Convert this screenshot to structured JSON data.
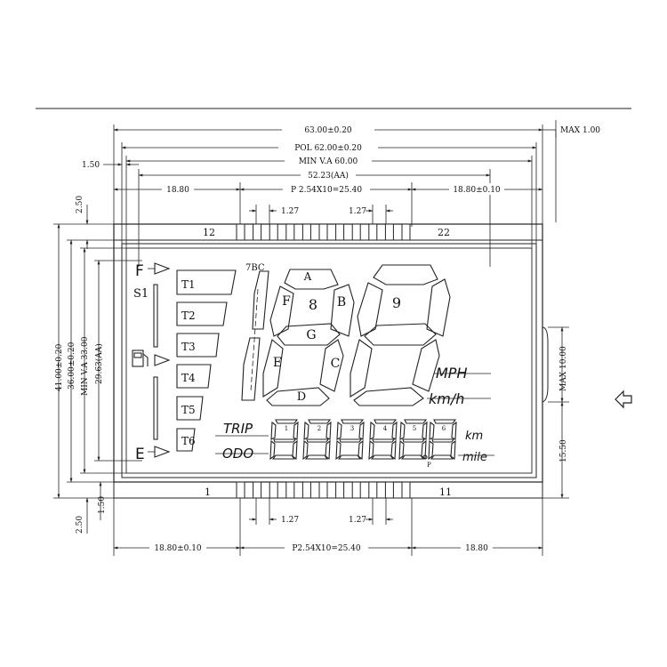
{
  "dimensions": {
    "overall_width": "63.00±0.20",
    "max_thickness": "MAX 1.00",
    "polarizer_width": "POL 62.00±0.20",
    "min_view_area_width": "MIN V.A 60.00",
    "active_area_width": "52.23(AA)",
    "offset_left": "1.50",
    "pin_left_top": "18.80",
    "pin_pitch_top": "P 2.54X10=25.40",
    "pin_right_top": "18.80±0.10",
    "pin_width_top_a": "1.27",
    "pin_width_top_b": "1.27",
    "pin_width_bottom_a": "1.27",
    "pin_width_bottom_b": "1.27",
    "pin_left_bottom": "18.80±0.10",
    "pin_pitch_bottom": "P2.54X10=25.40",
    "pin_right_bottom": "18.80",
    "top_margin": "2.50",
    "bottom_margin": "2.50",
    "bottom_offset": "1.50",
    "overall_height": "41.00±0.20",
    "pol_height": "36.00±0.20",
    "min_view_area_height": "MIN V.A 33.00",
    "active_area_height": "29.63(AA)",
    "max_tail": "MAX 10.00",
    "tail_offset": "15.50"
  },
  "pins": {
    "top_left": "12",
    "top_right": "22",
    "bottom_left": "1",
    "bottom_right": "11"
  },
  "segments": {
    "fuel_full": "F",
    "fuel_empty": "E",
    "s1": "S1",
    "bar_labels": [
      "T1",
      "T2",
      "T3",
      "T4",
      "T5",
      "T6"
    ],
    "group_label": "7BC",
    "seg_a": "A",
    "seg_b": "B",
    "seg_c": "C",
    "seg_d": "D",
    "seg_e": "E",
    "seg_f": "F",
    "seg_g": "G",
    "digit_8": "8",
    "digit_9": "9",
    "mph": "MPH",
    "kmh": "km/h",
    "trip": "TRIP",
    "odo": "ODO",
    "km": "km",
    "mile": "mile",
    "point": "P",
    "odo_digit_labels": [
      "1",
      "2",
      "3",
      "4",
      "5",
      "6"
    ]
  }
}
